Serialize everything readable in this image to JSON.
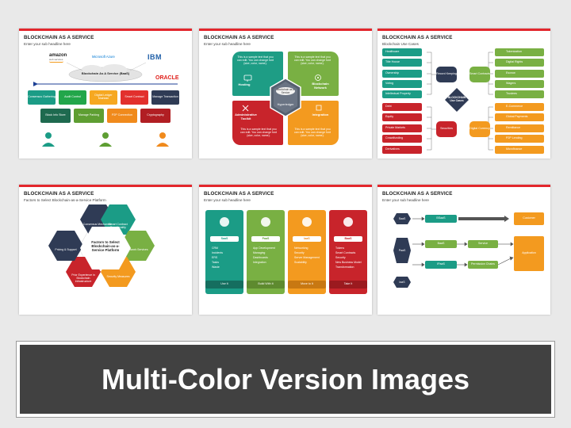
{
  "banner": {
    "text": "Multi-Color Version Images"
  },
  "slides": [
    {
      "title": "BLOCKCHAIN AS A SERVICE",
      "subtitle": "Enter your sub headline here",
      "logos": {
        "amazon": "amazon",
        "amazon_sub": "web services",
        "azure": "Microsoft Azure",
        "ibm": "IBM",
        "oracle": "ORACLE"
      },
      "cloud": "Blockchain As A Service (BaaS)",
      "row1": [
        "Consensus Gathering",
        "Audit Control",
        "Digital Ledger Maintain",
        "Smart Contract",
        "Manage Transaction"
      ],
      "row2": [
        "Block Info Store",
        "Manage Parking",
        "P2P Connection",
        "Cryptography"
      ]
    },
    {
      "title": "BLOCKCHAIN AS A SERVICE",
      "subtitle": "Enter your sub headline here",
      "sample": "This is a sample text that you can edit. You can change font (size, color, name).",
      "quadrants": [
        "Hosting",
        "Blockchain Network",
        "Administrative Toolkit",
        "Integration"
      ],
      "center_top": "Blockchain as a Service",
      "center_bottom": "Hyperledger"
    },
    {
      "title": "BLOCKCHAIN AS A SERVICE",
      "subtitle": "Blockchain Use Cases",
      "left": [
        "Healthcare",
        "Title House",
        "Ownership",
        "Voting",
        "Intellectual Property",
        "Debt",
        "Equity",
        "Private Markets",
        "Crowdfunding",
        "Derivatives"
      ],
      "hubs": [
        "Record Keeping",
        "Smart Contracts",
        "Securities",
        "Digital Currency"
      ],
      "center": "BLOCKCHAIN Use Cases",
      "right": [
        "Tokenization",
        "Digital Rights",
        "Escrow",
        "Wagers",
        "Trustees",
        "E-Commerce",
        "Global Payments",
        "Remittance",
        "P2P Lending",
        "Microfinance"
      ]
    },
    {
      "title": "BLOCKCHAIN AS A SERVICE",
      "subtitle": "Factors to Select Blockchain-as-a-Service Platform",
      "center": "Factors to Select Blockchain-as-a-Service Platform",
      "hexes": [
        "Consensus Mechanism",
        "Smart Contract Functionality",
        "Network Services",
        "Security Measures",
        "Prior Experience in Blockchain Infrastructure",
        "Pricing & Support"
      ]
    },
    {
      "title": "BLOCKCHAIN AS A SERVICE",
      "subtitle": "Enter your sub headline here",
      "columns": [
        {
          "name": "SaaS",
          "items": [
            "CRM",
            "Incidents",
            "ERS",
            "Tasks",
            "Waste"
          ],
          "footer": "Use It"
        },
        {
          "name": "PaaS",
          "items": [
            "App Development",
            "Managing",
            "Dashboards",
            "Integration"
          ],
          "footer": "Build With It"
        },
        {
          "name": "IaaS",
          "items": [
            "Networking",
            "Security",
            "Server Management",
            "Scalability"
          ],
          "footer": "Move to It"
        },
        {
          "name": "BaaS",
          "items": [
            "Tokens",
            "Smart Contracts",
            "Security",
            "New Business Model",
            "Transformation"
          ],
          "footer": "Take It"
        }
      ]
    },
    {
      "title": "BLOCKCHAIN AS A SERVICE",
      "subtitle": "Enter your sub headline here",
      "left": [
        "SaaS",
        "PaaS",
        "IaaS"
      ],
      "mid": [
        "BSaaS",
        "BaaS",
        "IPaaS"
      ],
      "mid2": [
        "Service",
        "Permission Chains"
      ],
      "right": [
        "Customer",
        "Application"
      ]
    }
  ]
}
